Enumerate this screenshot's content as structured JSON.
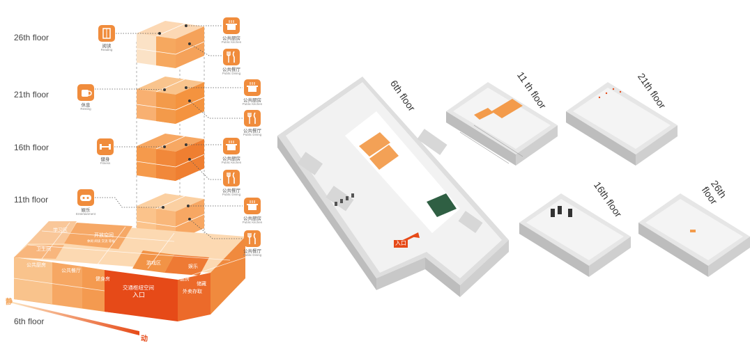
{
  "left_diagram": {
    "floor_labels": [
      "26th floor",
      "21th floor",
      "16th floor",
      "11th floor",
      "6th floor"
    ],
    "functions": {
      "reading": {
        "zh": "阅读",
        "en": "Reading"
      },
      "resting": {
        "zh": "休息",
        "en": "Resting"
      },
      "fitness": {
        "zh": "健身",
        "en": "Fitness"
      },
      "entertainment": {
        "zh": "娱乐",
        "en": "Entertainment"
      },
      "kitchen": {
        "zh": "公共厨房",
        "en": "Public Kitchen"
      },
      "dining": {
        "zh": "公共餐厅",
        "en": "Public Dining"
      }
    },
    "base_zones": {
      "z1": "学习区",
      "z2": "开放空间",
      "z2_sub": "休闲 阅读 交流 等候",
      "z3": "卫生间",
      "z4": "公共厨房",
      "z5": "公共餐厅",
      "z6": "健身房",
      "z7": "游戏区",
      "z8": "娱乐",
      "z9": "厨房",
      "z10": "储藏",
      "z11": "交通枢纽空间",
      "z11_sub": "入口",
      "z12": "外卖存取"
    },
    "scale": {
      "start": "静",
      "end": "动"
    }
  },
  "plans": {
    "p6": "6th floor",
    "p11": "11 th floor",
    "p21": "21th floor",
    "p16": "16th floor",
    "p26": "26th floor",
    "entrance": "入口"
  },
  "colors": {
    "light": "#fbd2a6",
    "mid": "#f6a259",
    "accent": "#f08c3c",
    "dark": "#e9531f",
    "wall": "#e6e6e6"
  }
}
